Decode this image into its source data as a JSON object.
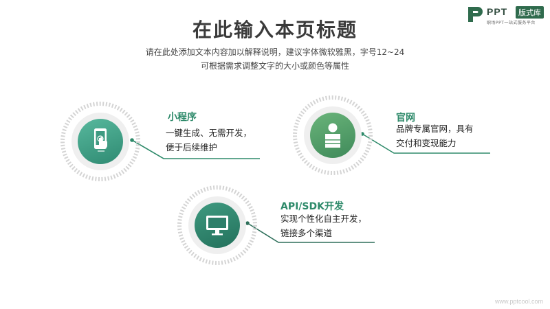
{
  "logo": {
    "main": "PPT",
    "tag": "版式库",
    "sub": "职场PPT一站式服务平台"
  },
  "title": "在此输入本页标题",
  "description": {
    "line1": "请在此处添加文本内容加以解释说明，建议字体微软雅黑，字号12~24",
    "line2": "可根据需求调整文字的大小或颜色等属性"
  },
  "items": [
    {
      "heading": "小程序",
      "line1": "一键生成、无需开发，",
      "line2": "便于后续维护",
      "icon": "phone-tap-icon",
      "color": "#3e9a82"
    },
    {
      "heading": "官网",
      "line1": "品牌专属官网，具有",
      "line2": "交付和变现能力",
      "icon": "person-icon",
      "color": "#4e9a66"
    },
    {
      "heading": "API/SDK开发",
      "line1": "实现个性化自主开发，",
      "line2": "链接多个渠道",
      "icon": "monitor-icon",
      "color": "#2e7f6a"
    }
  ],
  "watermark": "www.pptcool.com"
}
